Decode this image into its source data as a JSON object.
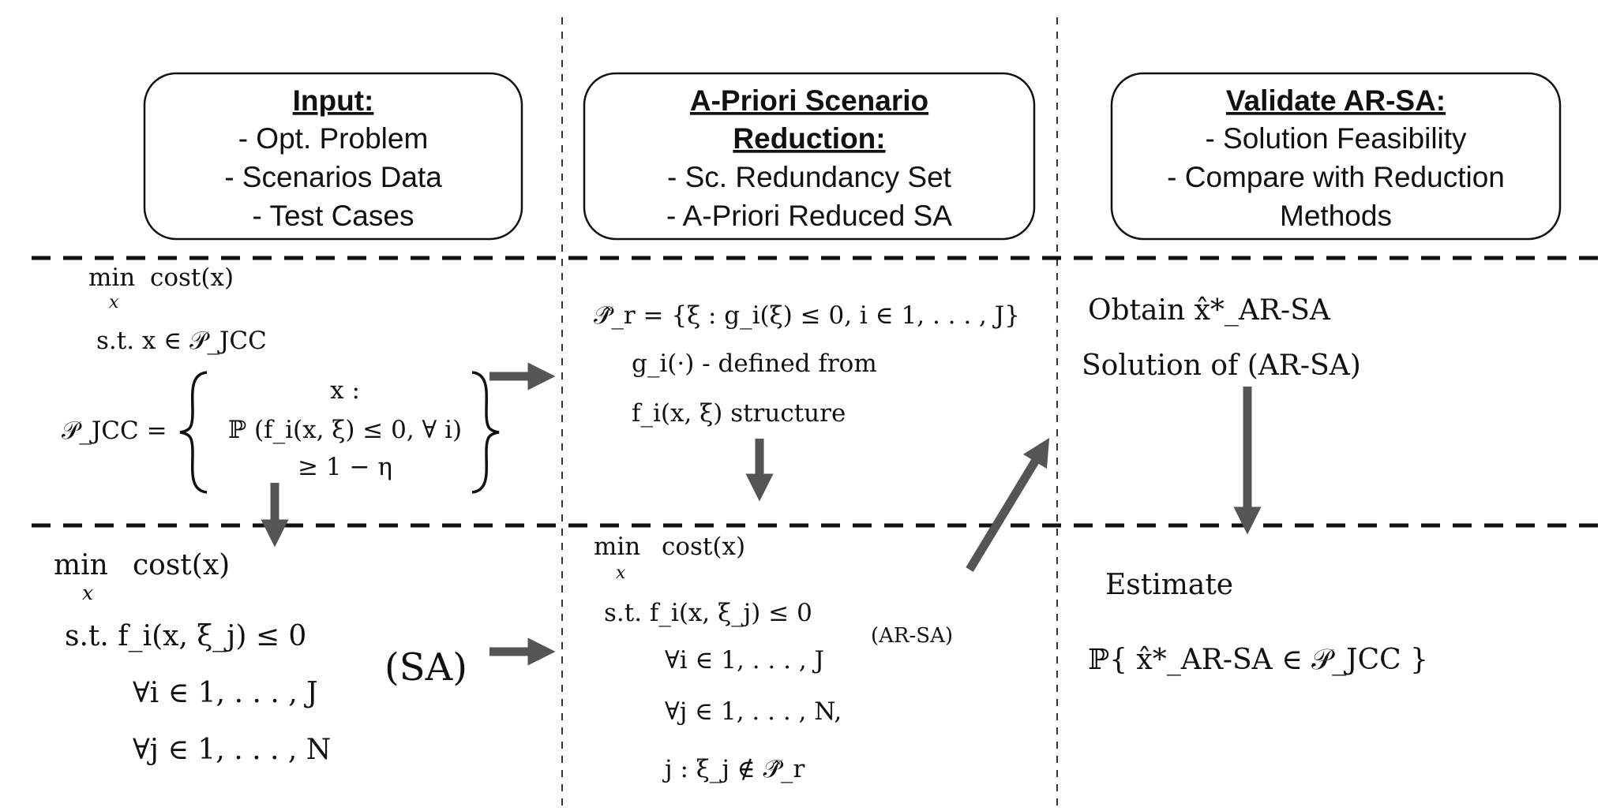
{
  "colors": {
    "arrow": "#555555",
    "line": "#222222",
    "text": "#111111",
    "background": "#ffffff"
  },
  "stages": [
    {
      "title": "Input:",
      "items": [
        "- Opt. Problem",
        "- Scenarios Data",
        "- Test Cases"
      ]
    },
    {
      "title_lines": [
        "A-Priori Scenario",
        "Reduction:"
      ],
      "items": [
        "- Sc. Redundancy Set",
        "- A-Priori Reduced SA"
      ]
    },
    {
      "title": "Validate AR-SA:",
      "items": [
        "- Solution Feasibility",
        "- Compare with Reduction",
        "Methods"
      ]
    }
  ],
  "input_problem": {
    "objective_min": "min",
    "objective_var": "x",
    "objective_cost": "cost(x)",
    "constraint": "s.t. x ∈ 𝒫_JCC",
    "set_lhs": "𝒫_JCC =",
    "set_line1": "x :",
    "set_line2": "ℙ (f_i(x, ξ) ≤ 0, ∀ i)",
    "set_line3": "≥ 1 − η"
  },
  "reduction_set": {
    "definition": "𝒫̂_r = {ξ :  g_i(ξ) ≤ 0, i ∈ 1, . . . , J}",
    "line2": "g_i(·) - defined from",
    "line3": "f_i(x, ξ) structure"
  },
  "obtain": {
    "line1": "Obtain x̂*_AR-SA",
    "line2": "Solution of (AR-SA)"
  },
  "sa_problem": {
    "objective_min": "min",
    "objective_var": "x",
    "objective_cost": "cost(x)",
    "c1": "s.t.  f_i(x, ξ_j) ≤ 0",
    "c2": "∀i ∈ 1, . . . , J",
    "c3": "∀j ∈ 1, . . . , N",
    "label": "(SA)"
  },
  "arsa_problem": {
    "objective_min": "min",
    "objective_var": "x",
    "objective_cost": "cost(x)",
    "c1": "s.t.  f_i(x, ξ_j) ≤ 0",
    "c2": "∀i ∈ 1, . . . , J",
    "c3": "∀j ∈ 1, . . . , N,",
    "c4": "j :  ξ_j ∉ 𝒫̂_r",
    "label": "(AR-SA)"
  },
  "estimate": {
    "line1": "Estimate",
    "line2": "ℙ{ x̂*_AR-SA ∈ 𝒫_JCC }"
  }
}
